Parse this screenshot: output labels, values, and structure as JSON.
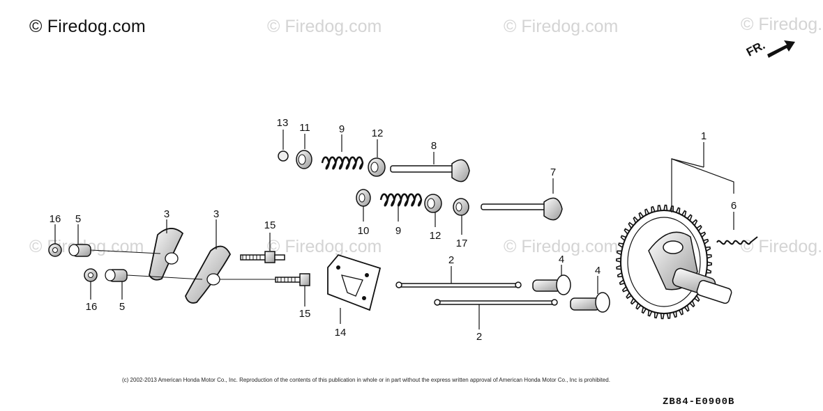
{
  "brand": "© Firedog.com",
  "watermarks": [
    "© Firedog.com",
    "© Firedog.com",
    "© Firedog.com",
    "© Firedog.com",
    "© Firedog.com",
    "© Firedog.com",
    "© Firedog.com"
  ],
  "direction_label": "FR.",
  "copyright": "(c) 2002-2013 American Honda Motor Co., Inc. Reproduction of the contents of this publication in whole or in part without the express written approval of American Honda Motor Co., Inc is prohibited.",
  "diagram_code": "ZB84-E0900B",
  "callouts": {
    "c1": "1",
    "c2a": "2",
    "c2b": "2",
    "c3a": "3",
    "c3b": "3",
    "c4a": "4",
    "c4b": "4",
    "c5a": "5",
    "c5b": "5",
    "c6": "6",
    "c7": "7",
    "c8": "8",
    "c9a": "9",
    "c9b": "9",
    "c10": "10",
    "c11": "11",
    "c12a": "12",
    "c12b": "12",
    "c13": "13",
    "c14": "14",
    "c15a": "15",
    "c15b": "15",
    "c16a": "16",
    "c16b": "16",
    "c17": "17"
  }
}
